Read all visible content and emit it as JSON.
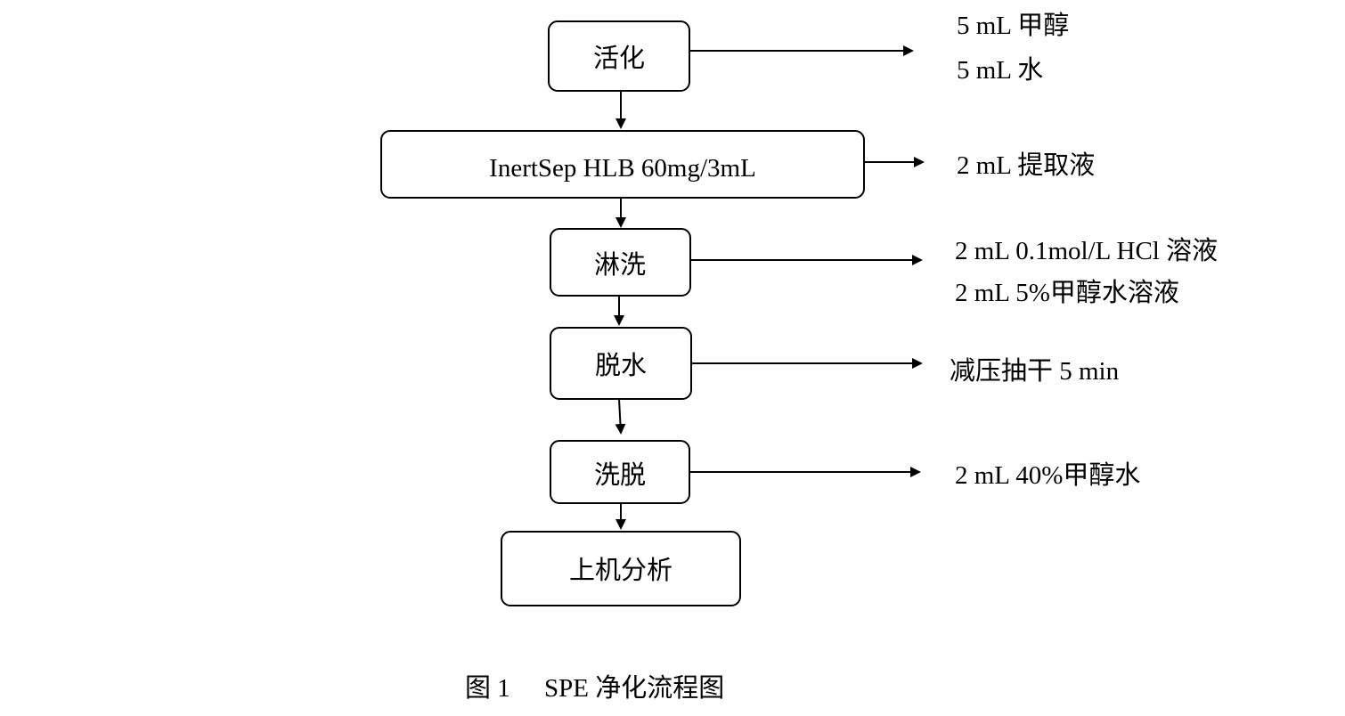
{
  "diagram": {
    "nodes": [
      {
        "id": "activation",
        "label": "活化"
      },
      {
        "id": "cartridge",
        "label": "InertSep HLB 60mg/3mL"
      },
      {
        "id": "rinse",
        "label": "淋洗"
      },
      {
        "id": "dewater",
        "label": "脱水"
      },
      {
        "id": "elute",
        "label": "洗脱"
      },
      {
        "id": "analysis",
        "label": "上机分析"
      }
    ],
    "side_notes": [
      {
        "for": "activation",
        "lines": [
          "5 mL  甲醇",
          "5 mL  水"
        ]
      },
      {
        "for": "cartridge",
        "lines": [
          "2 mL  提取液"
        ]
      },
      {
        "for": "rinse",
        "lines": [
          "2 mL 0.1mol/L HCl 溶液",
          "2 mL 5%甲醇水溶液"
        ]
      },
      {
        "for": "dewater",
        "lines": [
          "减压抽干 5 min"
        ]
      },
      {
        "for": "elute",
        "lines": [
          "2 mL 40%甲醇水"
        ]
      }
    ]
  },
  "caption": {
    "label": "图 1",
    "title": "SPE 净化流程图"
  }
}
